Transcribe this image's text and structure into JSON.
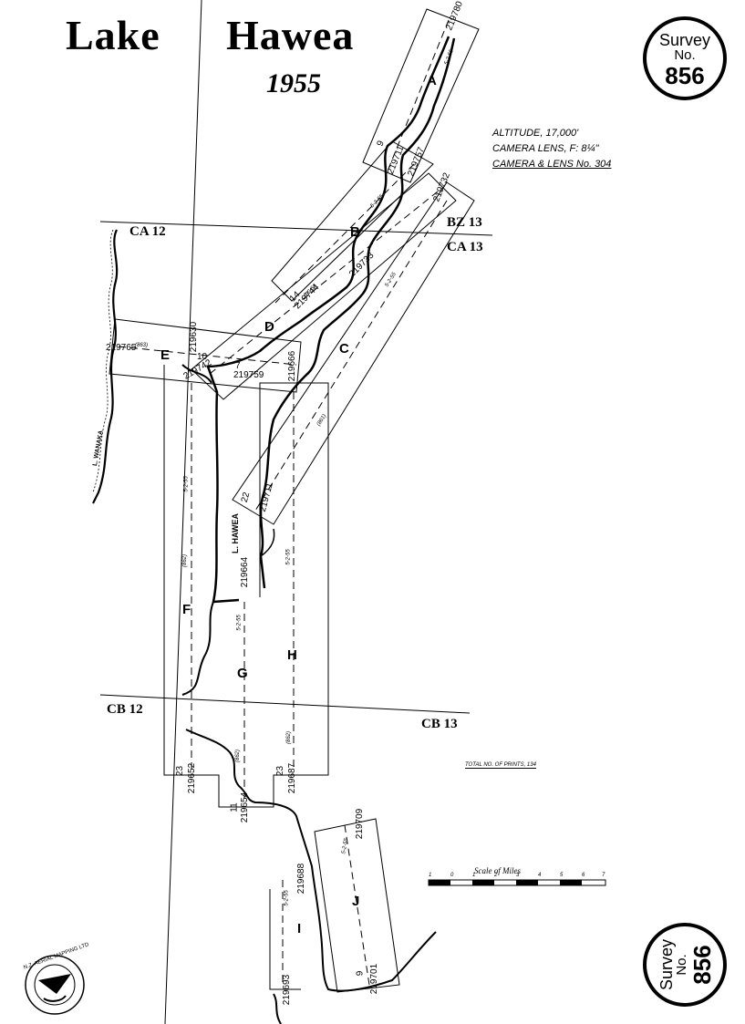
{
  "title": {
    "part1": "Lake",
    "part2": "Hawea",
    "year": "1955"
  },
  "seal": {
    "line1": "Survey",
    "line2": "No.",
    "number": "856"
  },
  "altitude_notes": [
    "ALTITUDE, 17,000'",
    "CAMERA LENS, F: 8¼\"",
    "CAMERA & LENS No. 304"
  ],
  "grid_labels": {
    "ca12": "CA 12",
    "bz13": "BZ 13",
    "ca13": "CA 13",
    "cb12": "CB 12",
    "cb13": "CB 13"
  },
  "runs": {
    "a": "A",
    "b": "B",
    "c": "C",
    "d": "D",
    "e": "E",
    "f": "F",
    "g": "G",
    "h": "H",
    "i": "I",
    "j": "J"
  },
  "frames": {
    "a_end": "219780",
    "b_top": "219711",
    "b_count": "9",
    "b_right": "219757",
    "c_top": "219732",
    "bz_right": "219733",
    "d_count": "14",
    "d_num": "219744",
    "e_left": "219765",
    "e_count": "10",
    "e_num": "219742",
    "e_cnt2": "7",
    "e_num2": "219759",
    "e_top": "219630",
    "h_top": "219666",
    "c_count": "22",
    "c_num": "219711",
    "g_num": "219664",
    "f_count": "23",
    "f_num": "219652",
    "g_count": "11",
    "g_num2": "219654",
    "h_count": "23",
    "h_num": "219687",
    "j_top": "219709",
    "i_top": "219688",
    "j_count": "9",
    "j_num": "219701",
    "i_num": "219693"
  },
  "flight_dates": {
    "a": "5-2-55",
    "b": "5-2-55",
    "d": "5-2-55",
    "f": "5-2-55",
    "g": "5-2-55",
    "h": "5-2-55",
    "c": "5-2-55",
    "i": "5-2-55",
    "j": "5-2-55",
    "e_sm": "(863)",
    "f_sm": "(862)",
    "c_sm": "(861)",
    "g_sm": "(862)",
    "h_sm": "(862)"
  },
  "lake_labels": {
    "hawea": "L. HAWEA",
    "wanaka": "L. WANAKA"
  },
  "total_prints": "TOTAL NO. OF PRINTS, 134",
  "scale": {
    "label": "Scale of Miles",
    "ticks": [
      "1",
      "0",
      "1",
      "2",
      "3",
      "4",
      "5",
      "6",
      "7"
    ]
  },
  "logo": {
    "text": "N.Z. AERIAL MAPPING LTD"
  }
}
